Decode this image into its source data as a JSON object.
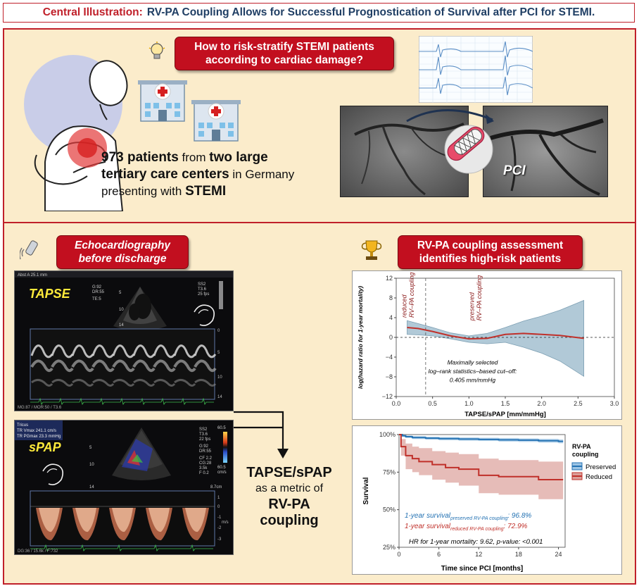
{
  "title": {
    "highlight": "Central Illustration:",
    "text": "RV-PA Coupling Allows for Successful Prognostication of Survival after PCI for STEMI."
  },
  "question_label": {
    "line1": "How to risk-stratify STEMI patients",
    "line2": "according to cardiac damage?"
  },
  "cohort": {
    "n": "973 patients",
    "from": " from ",
    "centers_bold": "two large tertiary care centers",
    "in_germany": " in Germany",
    "presenting": "presenting with ",
    "stemi": "STEMI"
  },
  "pci_label": "PCI",
  "echo_label": {
    "line1": "Echocardiography",
    "line2": "before discharge"
  },
  "coupling_label": {
    "line1": "RV-PA coupling assessment",
    "line2": "identifies high-risk patients"
  },
  "echo_top": {
    "tag": "TAPSE",
    "header": "Abst A    25.1 mm",
    "params": [
      "G:92",
      "DR:55",
      "TE:5"
    ],
    "right_params": [
      "SS2",
      "T3.6",
      "25 fps"
    ],
    "footer": "MG:87 / MOR:50 / T3.6",
    "depth_ticks": [
      "5",
      "10",
      "14"
    ],
    "mmode_ticks": [
      "0",
      "5",
      "10",
      "14"
    ]
  },
  "echo_bottom": {
    "tag": "sPAP",
    "header_rows": [
      "Tricus",
      "TR Vmax   241.1 cm/s",
      "TR PGmax   23.3 mmHg"
    ],
    "right_params": [
      "SS2",
      "T3.6",
      "22 fps",
      "G:92",
      "DR:55",
      "CF 2.2",
      "CG:28",
      "3.5k",
      "F 0.2"
    ],
    "scale_top": "60.5",
    "scale_bottom": "60.5",
    "scale_unit": "cm/s",
    "depth_label": "8.7cm",
    "footer": "DG:36 / 15.6k / F:732",
    "doppler_ticks": [
      "1",
      "0",
      "-1",
      "-2",
      "-3"
    ],
    "doppler_unit": "m/s",
    "depth_ticks": [
      "5",
      "10",
      "14"
    ]
  },
  "metric": {
    "name": "TAPSE/sPAP",
    "line1": "as a metric of",
    "line2": "RV-PA",
    "line3": "coupling"
  },
  "chart_data": [
    {
      "type": "line",
      "ylabel": "log(hazard ratio for 1-year mortality)",
      "xlabel": "TAPSE/sPAP [mm/mmHg]",
      "xlim": [
        0.0,
        3.0
      ],
      "ylim": [
        -12,
        12
      ],
      "xticks": [
        "0.0",
        "0.5",
        "1.0",
        "1.5",
        "2.0",
        "2.5",
        "3.0"
      ],
      "yticks": [
        "12",
        "8",
        "4",
        "0",
        "−4",
        "−8",
        "−12"
      ],
      "x": [
        0.15,
        0.3,
        0.5,
        0.75,
        1.0,
        1.25,
        1.5,
        1.75,
        2.0,
        2.25,
        2.58
      ],
      "series": [
        {
          "values": [
            2.0,
            1.8,
            1.2,
            0.3,
            -0.3,
            -0.2,
            0.6,
            0.8,
            0.6,
            0.4,
            -0.2
          ]
        }
      ],
      "upper": [
        3.4,
        2.8,
        2.0,
        0.9,
        0.3,
        0.8,
        2.0,
        3.3,
        4.3,
        5.5,
        7.5
      ],
      "lower": [
        0.6,
        0.5,
        0.3,
        -0.3,
        -1.0,
        -1.3,
        -1.0,
        -2.0,
        -3.2,
        -4.8,
        -7.9
      ],
      "cutoff": 0.405,
      "annotations": {
        "reduced": [
          "reduced",
          "RV–PA coupling"
        ],
        "preserved": [
          "preserved",
          "RV–PA coupling"
        ],
        "cutoff": [
          "Maximally selected",
          "log–rank statistics–based cut–off:",
          "0.405 mm/mmHg"
        ]
      },
      "colors": {
        "band": "#a9c4d3",
        "line": "#c0302a"
      }
    },
    {
      "type": "line",
      "ylabel": "Survival",
      "xlabel": "Time since PCI [months]",
      "xlim": [
        0,
        25
      ],
      "ylim": [
        25,
        100
      ],
      "xticks": [
        "0",
        "6",
        "12",
        "18",
        "24"
      ],
      "yticks": [
        "100%",
        "75%",
        "50%",
        "25%"
      ],
      "legend_title": [
        "RV-PA",
        "coupling"
      ],
      "legend_position": "right",
      "series": [
        {
          "name": "Preserved",
          "color": "#2472b3",
          "band": "#9cc4e4",
          "x": [
            0,
            0.5,
            1,
            2,
            4,
            6,
            9,
            12,
            15,
            18,
            21,
            24
          ],
          "values": [
            100,
            99.2,
            98.6,
            98.0,
            97.6,
            97.3,
            97.0,
            96.8,
            96.5,
            96.3,
            95.9,
            95.5
          ],
          "upper": [
            100,
            99.8,
            99.4,
            99.0,
            98.6,
            98.4,
            98.1,
            97.9,
            97.7,
            97.5,
            97.2,
            96.8
          ],
          "lower": [
            100,
            98.6,
            97.8,
            97.0,
            96.6,
            96.2,
            95.9,
            95.7,
            95.3,
            95.1,
            94.6,
            94.2
          ]
        },
        {
          "name": "Reduced",
          "color": "#c0302a",
          "band": "#dba09a",
          "x": [
            0,
            0.3,
            1,
            2,
            3,
            5,
            7,
            9,
            12,
            15,
            18,
            21,
            24
          ],
          "values": [
            100,
            92,
            86,
            84,
            82,
            80,
            78,
            77,
            72.9,
            72,
            72,
            70,
            70
          ],
          "upper": [
            100,
            97,
            94,
            92,
            91,
            89,
            88,
            87,
            84,
            83,
            83,
            82,
            82
          ],
          "lower": [
            100,
            86,
            77,
            75,
            73,
            70,
            68,
            66,
            61,
            60,
            60,
            57,
            57
          ]
        }
      ],
      "annotations": {
        "preserved_survival": {
          "prefix": "1-year survival",
          "sub": "preserved RV-PA coupling",
          "value": ": 96.8%"
        },
        "reduced_survival": {
          "prefix": "1-year survival",
          "sub": "reduced RV-PA coupling",
          "value": ": 72.9%"
        },
        "hr": "HR for 1-year mortality: 9.62, p-value: <0.001"
      }
    }
  ],
  "colors": {
    "accent_red": "#c20f1f",
    "title_blue": "#1f3e64",
    "panel_bg": "#fbeccb"
  }
}
